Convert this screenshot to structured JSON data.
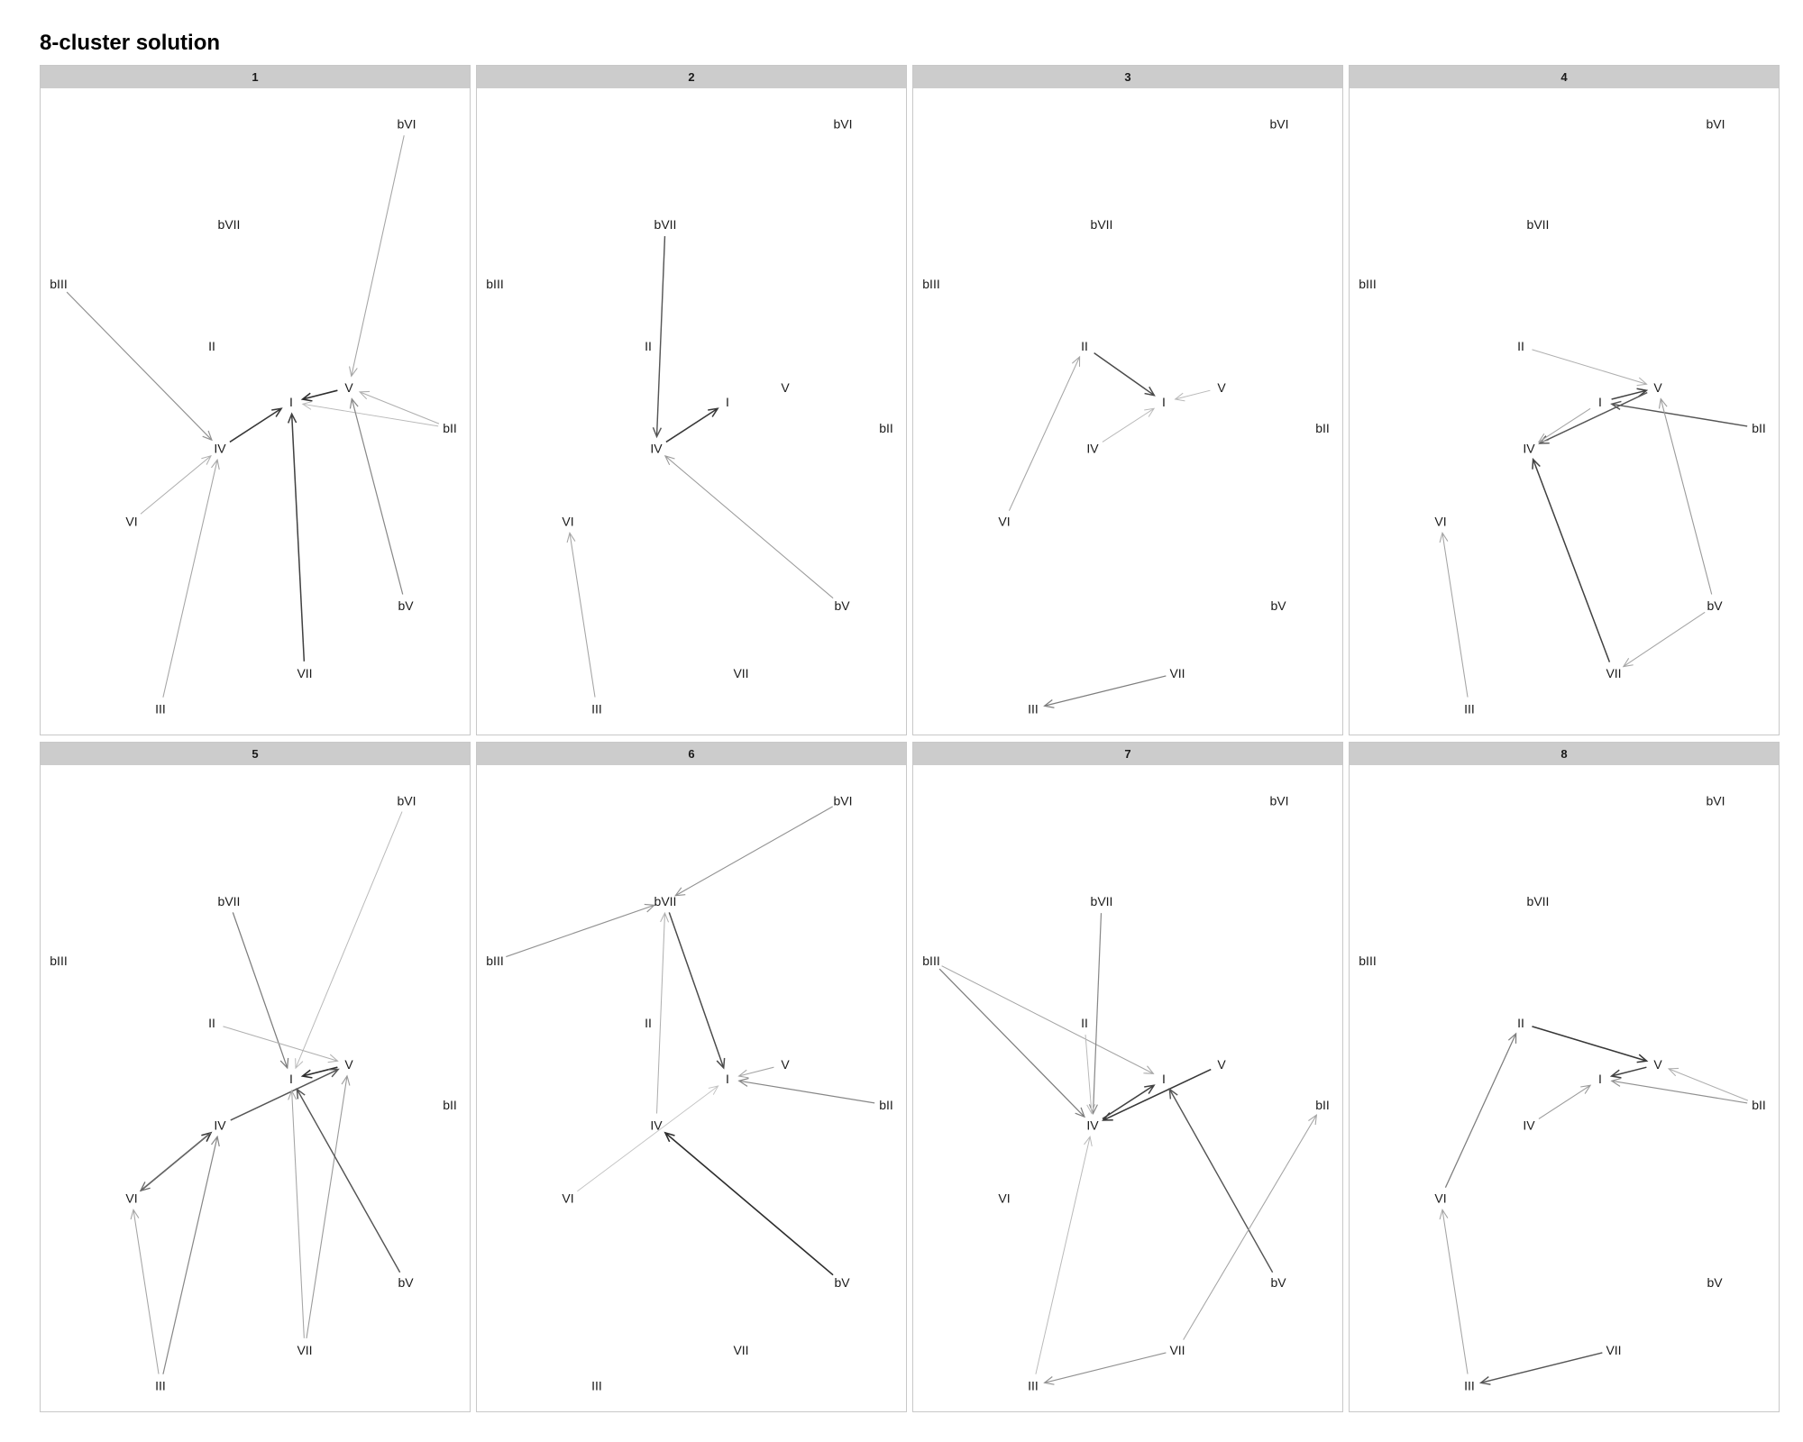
{
  "title": "8-cluster solution",
  "nodes": [
    "bVI",
    "bVII",
    "bIII",
    "II",
    "V",
    "I",
    "bII",
    "IV",
    "VI",
    "bV",
    "VII",
    "III"
  ],
  "panels": [
    {
      "label": "1",
      "edges": [
        {
          "from": "bVI",
          "to": "V",
          "w": 0.3
        },
        {
          "from": "bIII",
          "to": "IV",
          "w": 0.4
        },
        {
          "from": "V",
          "to": "I",
          "w": 0.9
        },
        {
          "from": "bII",
          "to": "V",
          "w": 0.25
        },
        {
          "from": "bII",
          "to": "I",
          "w": 0.2
        },
        {
          "from": "IV",
          "to": "I",
          "w": 0.85
        },
        {
          "from": "VI",
          "to": "IV",
          "w": 0.25
        },
        {
          "from": "III",
          "to": "IV",
          "w": 0.3
        },
        {
          "from": "VII",
          "to": "I",
          "w": 0.8
        },
        {
          "from": "bV",
          "to": "V",
          "w": 0.45
        }
      ]
    },
    {
      "label": "2",
      "edges": [
        {
          "from": "bVII",
          "to": "IV",
          "w": 0.7
        },
        {
          "from": "IV",
          "to": "I",
          "w": 0.85
        },
        {
          "from": "bV",
          "to": "IV",
          "w": 0.35
        },
        {
          "from": "III",
          "to": "VI",
          "w": 0.3
        }
      ]
    },
    {
      "label": "3",
      "edges": [
        {
          "from": "II",
          "to": "I",
          "w": 0.75
        },
        {
          "from": "V",
          "to": "I",
          "w": 0.2
        },
        {
          "from": "IV",
          "to": "I",
          "w": 0.2
        },
        {
          "from": "VI",
          "to": "II",
          "w": 0.3
        },
        {
          "from": "VII",
          "to": "III",
          "w": 0.5
        }
      ]
    },
    {
      "label": "4",
      "edges": [
        {
          "from": "II",
          "to": "V",
          "w": 0.25
        },
        {
          "from": "I",
          "to": "V",
          "w": 0.8
        },
        {
          "from": "bII",
          "to": "I",
          "w": 0.7
        },
        {
          "from": "V",
          "to": "IV",
          "w": 0.7
        },
        {
          "from": "I",
          "to": "IV",
          "w": 0.3
        },
        {
          "from": "VII",
          "to": "IV",
          "w": 0.8
        },
        {
          "from": "bV",
          "to": "V",
          "w": 0.35
        },
        {
          "from": "bV",
          "to": "VII",
          "w": 0.3
        },
        {
          "from": "III",
          "to": "VI",
          "w": 0.3
        }
      ]
    },
    {
      "label": "5",
      "edges": [
        {
          "from": "bVI",
          "to": "I",
          "w": 0.2
        },
        {
          "from": "bVII",
          "to": "I",
          "w": 0.5
        },
        {
          "from": "II",
          "to": "V",
          "w": 0.25
        },
        {
          "from": "V",
          "to": "I",
          "w": 0.9
        },
        {
          "from": "IV",
          "to": "V",
          "w": 0.7
        },
        {
          "from": "VI",
          "to": "IV",
          "w": 0.85
        },
        {
          "from": "IV",
          "to": "VI",
          "w": 0.6
        },
        {
          "from": "III",
          "to": "VI",
          "w": 0.3
        },
        {
          "from": "III",
          "to": "IV",
          "w": 0.45
        },
        {
          "from": "VII",
          "to": "I",
          "w": 0.3
        },
        {
          "from": "VII",
          "to": "V",
          "w": 0.35
        },
        {
          "from": "bV",
          "to": "I",
          "w": 0.7
        }
      ]
    },
    {
      "label": "6",
      "edges": [
        {
          "from": "bVI",
          "to": "bVII",
          "w": 0.4
        },
        {
          "from": "bIII",
          "to": "bVII",
          "w": 0.4
        },
        {
          "from": "bVII",
          "to": "I",
          "w": 0.75
        },
        {
          "from": "IV",
          "to": "bVII",
          "w": 0.25
        },
        {
          "from": "V",
          "to": "I",
          "w": 0.3
        },
        {
          "from": "bII",
          "to": "I",
          "w": 0.45
        },
        {
          "from": "VI",
          "to": "I",
          "w": 0.15
        },
        {
          "from": "bV",
          "to": "IV",
          "w": 0.9
        }
      ]
    },
    {
      "label": "7",
      "edges": [
        {
          "from": "bIII",
          "to": "IV",
          "w": 0.5
        },
        {
          "from": "bIII",
          "to": "I",
          "w": 0.3
        },
        {
          "from": "bVII",
          "to": "IV",
          "w": 0.45
        },
        {
          "from": "II",
          "to": "IV",
          "w": 0.2
        },
        {
          "from": "V",
          "to": "IV",
          "w": 0.85
        },
        {
          "from": "IV",
          "to": "I",
          "w": 0.8
        },
        {
          "from": "bV",
          "to": "I",
          "w": 0.7
        },
        {
          "from": "VII",
          "to": "bII",
          "w": 0.3
        },
        {
          "from": "VII",
          "to": "III",
          "w": 0.4
        },
        {
          "from": "III",
          "to": "IV",
          "w": 0.2
        }
      ]
    },
    {
      "label": "8",
      "edges": [
        {
          "from": "II",
          "to": "V",
          "w": 0.85
        },
        {
          "from": "V",
          "to": "I",
          "w": 0.8
        },
        {
          "from": "bII",
          "to": "I",
          "w": 0.4
        },
        {
          "from": "bII",
          "to": "V",
          "w": 0.25
        },
        {
          "from": "IV",
          "to": "I",
          "w": 0.35
        },
        {
          "from": "VI",
          "to": "II",
          "w": 0.5
        },
        {
          "from": "III",
          "to": "VI",
          "w": 0.3
        },
        {
          "from": "VII",
          "to": "III",
          "w": 0.7
        }
      ]
    }
  ]
}
